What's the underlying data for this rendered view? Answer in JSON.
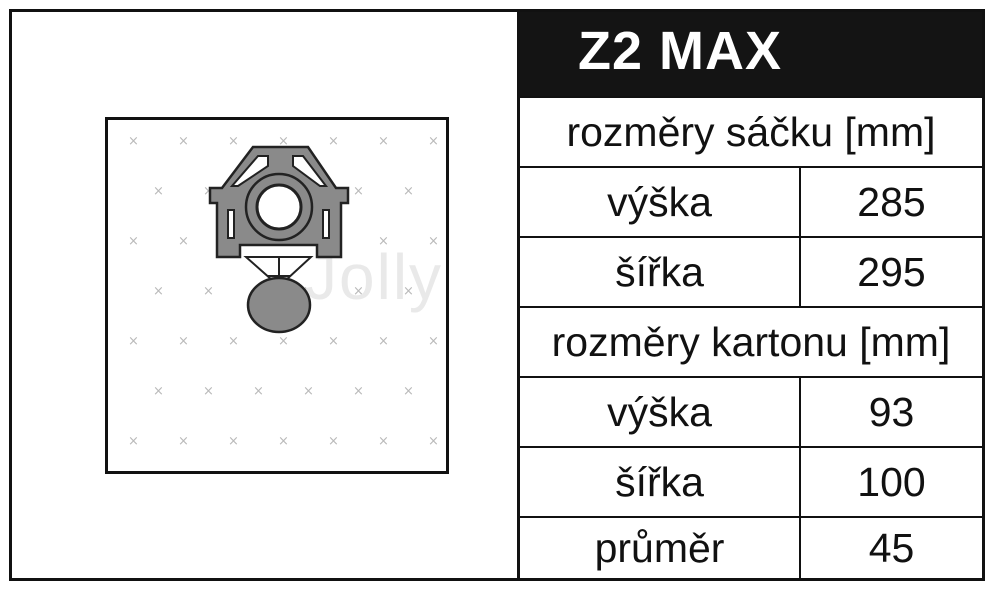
{
  "product": {
    "title": "Z2 MAX",
    "watermark": "Jolly - sáčky"
  },
  "bag_section": {
    "header": "rozměry sáčku [mm]",
    "rows": [
      {
        "label": "výška",
        "value": "285"
      },
      {
        "label": "šířka",
        "value": "295"
      }
    ]
  },
  "carton_section": {
    "header": "rozměry kartonu [mm]",
    "rows": [
      {
        "label": "výška",
        "value": "93"
      },
      {
        "label": "šířka",
        "value": "100"
      },
      {
        "label": "průměr",
        "value": "45"
      }
    ]
  },
  "colors": {
    "title_bg": "#141414",
    "title_text": "#ffffff",
    "collar_fill": "#8a8a8a",
    "border": "#111111"
  },
  "icons": [
    "vacuum-bag-illustration",
    "bag-collar-icon"
  ]
}
